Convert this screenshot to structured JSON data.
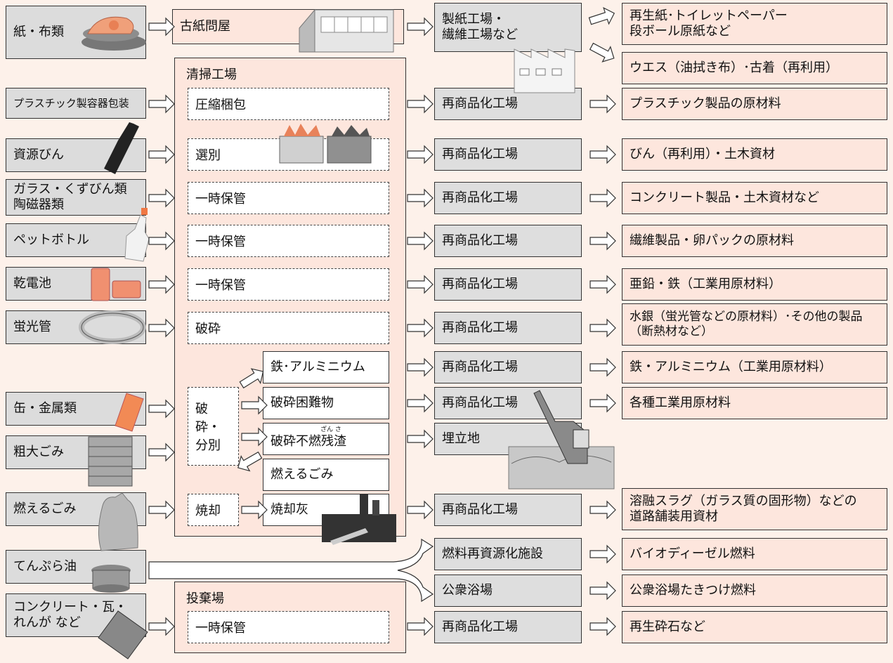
{
  "sources": {
    "paper": "紙・布類",
    "plastic": "プラスチック製容器包装",
    "bottles": "資源びん",
    "glass_line1": "ガラス・くずびん類",
    "glass_line2": "陶磁器類",
    "pet": "ペットボトル",
    "battery": "乾電池",
    "fluorescent": "蛍光管",
    "cans": "缶・金属類",
    "bulky": "粗大ごみ",
    "burnable": "燃えるごみ",
    "tempura": "てんぷら油",
    "concrete_line1": "コンクリート・瓦・",
    "concrete_line2": "れんが など"
  },
  "wholesaler": "古紙問屋",
  "cleaning_plant": {
    "title": "清掃工場",
    "compress": "圧縮梱包",
    "sort": "選別",
    "storage": "一時保管",
    "crush": "破砕",
    "crush_sort_line1": "破砕・",
    "crush_sort_line2": "分別",
    "incinerate": "焼却",
    "iron_al": "鉄･アルミニウム",
    "hard_crush": "破砕困難物",
    "residue": "破砕不燃残渣",
    "residue_ruby": "ざん さ",
    "burn_garbage": "燃えるごみ",
    "ash": "焼却灰"
  },
  "disposal_site": {
    "title": "投棄場",
    "storage": "一時保管"
  },
  "facilities": {
    "paper_mill_line1": "製紙工場・",
    "paper_mill_line2": "繊維工場など",
    "recycle": "再商品化工場",
    "landfill": "埋立地",
    "fuel": "燃料再資源化施設",
    "bath": "公衆浴場"
  },
  "products": {
    "paper_line1": "再生紙･トイレットペーパー",
    "paper_line2": "段ボール原紙など",
    "waste_cloth": "ウエス（油拭き布）･古着（再利用）",
    "plastic": "プラスチック製品の原材料",
    "bottles": "びん（再利用）・土木資材",
    "glass": "コンクリート製品・土木資材など",
    "pet": "繊維製品・卵パックの原材料",
    "battery": "亜鉛・鉄（工業用原材料）",
    "mercury_line1": "水銀（蛍光管などの原材料）･その他の製品",
    "mercury_line2": "（断熱材など）",
    "metal": "鉄・アルミニウム（工業用原材料）",
    "industrial": "各種工業用原材料",
    "slag_line1": "溶融スラグ（ガラス質の固形物）などの",
    "slag_line2": "道路舗装用資材",
    "biodiesel": "バイオディーゼル燃料",
    "bath_fuel": "公衆浴場たきつけ燃料",
    "crushed_stone": "再生砕石など"
  }
}
